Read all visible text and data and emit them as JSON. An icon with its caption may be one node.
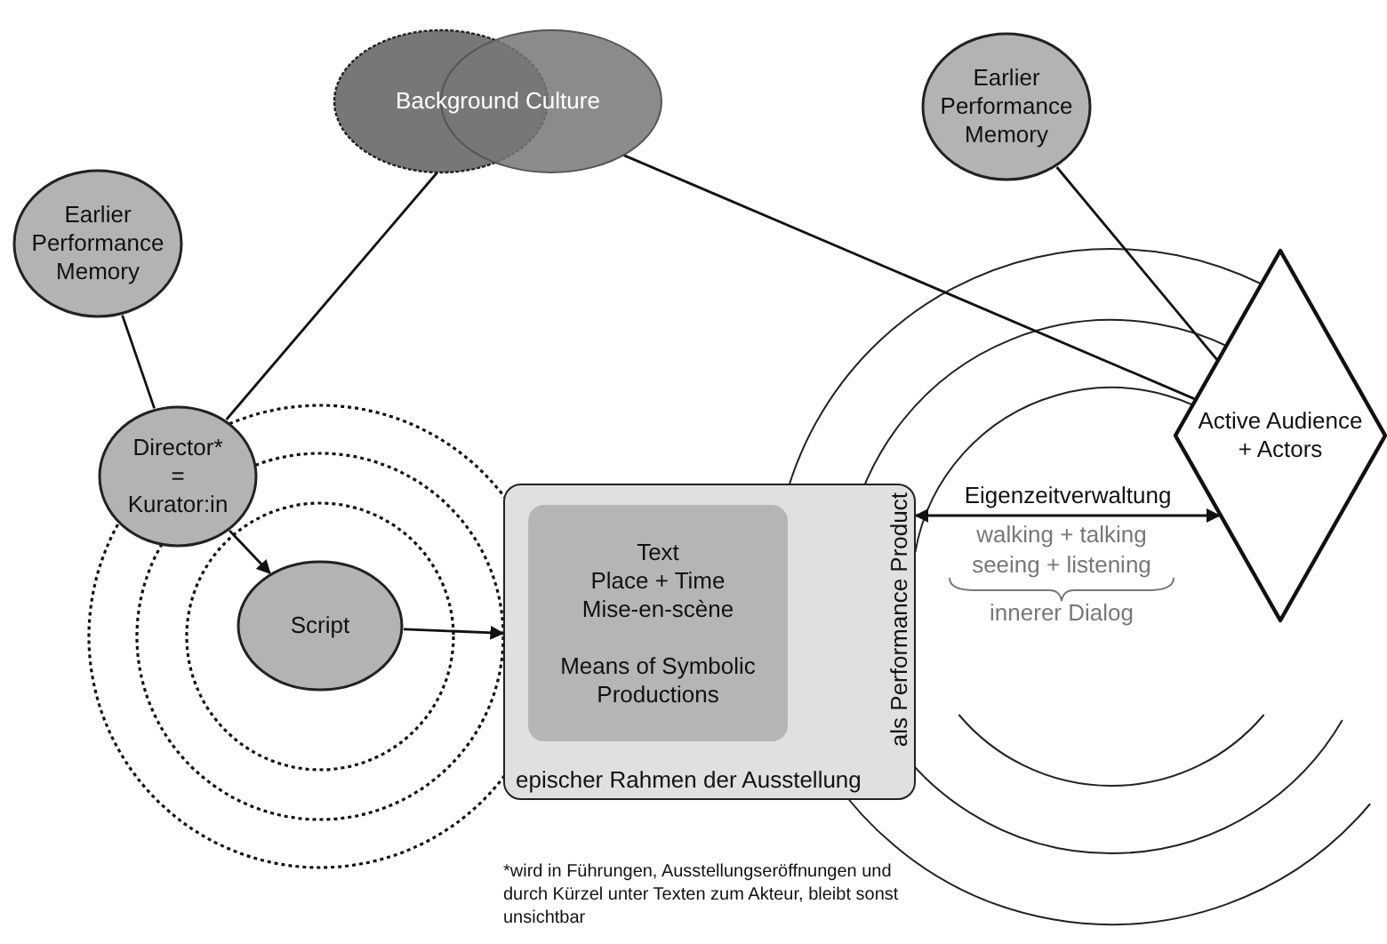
{
  "diagram": {
    "nodes": [
      {
        "text": [
          "Background Culture"
        ]
      },
      {
        "text": [
          "Earlier Performance Memory"
        ]
      },
      {
        "text": [
          "Earlier Performance Memory"
        ]
      },
      {
        "text": [
          "Director* = Kurator:in"
        ]
      },
      {
        "text": [
          "Active Audience + Actors"
        ]
      },
      {
        "text": [
          "als Performance Product",
          "epischer Rahmen der Ausstellung"
        ]
      },
      {
        "text": [
          "Text",
          "Place + Time",
          "Mise-en-scène",
          "Means of Symbolic Productions"
        ],
        "in": 5
      },
      {
        "text": [
          "Script"
        ]
      }
    ],
    "edges": [
      {
        "from": 0,
        "to": 3,
        "arrow": "none"
      },
      {
        "from": 0,
        "to": 4,
        "arrow": "none"
      },
      {
        "from": 1,
        "to": 4,
        "arrow": "none"
      },
      {
        "from": 2,
        "to": 3,
        "arrow": "none"
      },
      {
        "from": 3,
        "to": 7,
        "arrow": "to"
      },
      {
        "from": 7,
        "to": 5,
        "arrow": "to"
      },
      {
        "from": 5,
        "to": 4,
        "arrow": "both",
        "label": "Eigenzeitverwaltung"
      }
    ],
    "labels": [
      "walking + talking",
      "seeing + listening",
      "innerer Dialog",
      "*wird in Führungen, Ausstellungseröffnungen und durch Kürzel unter Texten zum Akteur, bleibt sonst unsichtbar"
    ]
  }
}
